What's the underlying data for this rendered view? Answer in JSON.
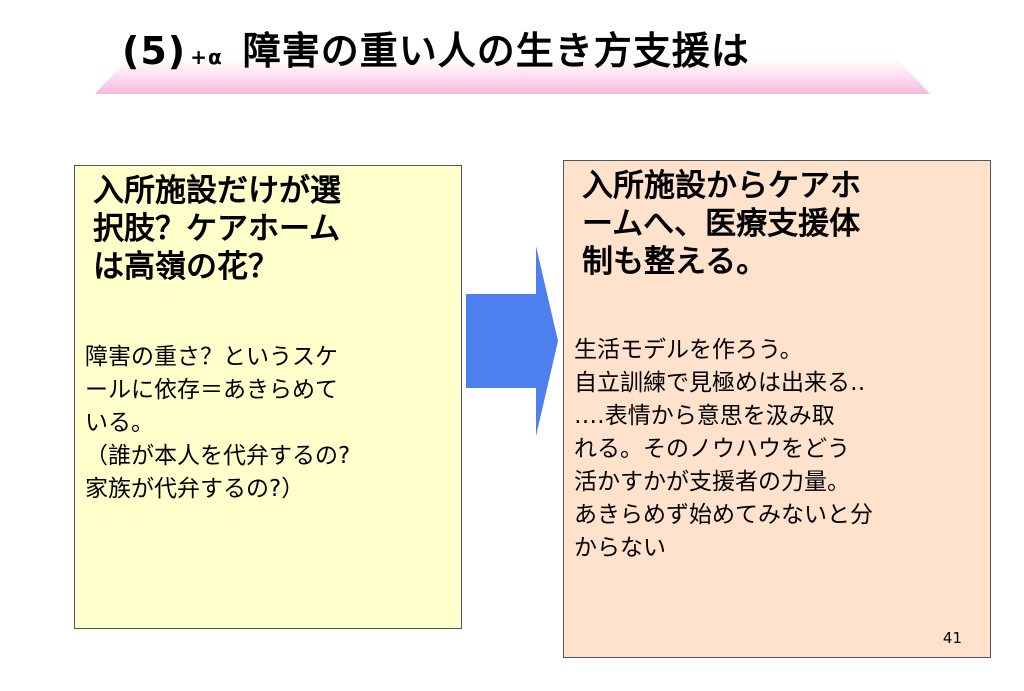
{
  "slide": {
    "title_number": "(5)",
    "title_suffix": "+α",
    "title_main": "障害の重い人の生き方支援は",
    "page_number": "41"
  },
  "left_box": {
    "heading": " 入所施設だけが選\n択肢？ケアホーム\nは高嶺の花？",
    "body": "障害の重さ？というスケ\nールに依存＝あきらめて\nいる。\n（誰が本人を代弁するの?\n家族が代弁するの?）"
  },
  "right_box": {
    "heading": "入所施設からケアホ\nームへ、医療支援体\n制も整える。",
    "body": "生活モデルを作ろう。\n自立訓練で見極めは出来る‥\n‥‥表情から意思を汲み取\nれる。そのノウハウをどう\n活かすかが支援者の力量。\nあきらめず始めてみないと分\nからない"
  },
  "colors": {
    "left_box_bg": "#ffffcc",
    "right_box_bg": "#ffe2cc",
    "arrow": "#4d7fef",
    "title_ribbon": "#f7b8df"
  },
  "icons": {
    "arrow": "right-arrow-icon"
  }
}
